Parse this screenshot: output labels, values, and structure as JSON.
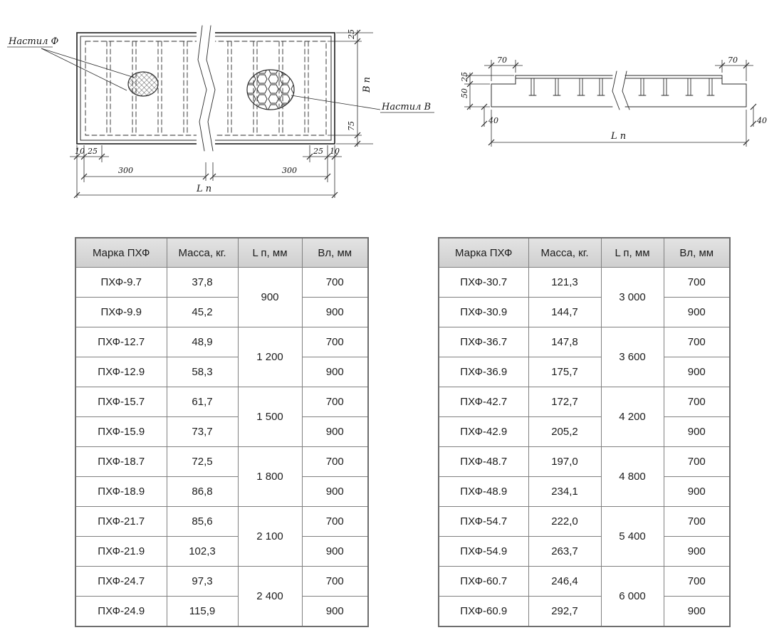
{
  "plan": {
    "labels": {
      "nastil_f": "Настил Ф",
      "nastil_v": "Настил В"
    },
    "dims": {
      "d10_left": "10",
      "d25_left": "25",
      "d300_left": "300",
      "d300_right": "300",
      "d25_right": "25",
      "d10_right": "10",
      "lp": "L п",
      "bp": "В п",
      "d25_top": "25",
      "d75_bottom": "75"
    }
  },
  "section": {
    "dims": {
      "d70_left": "70",
      "d25": "25",
      "d50": "50",
      "d40_left": "40",
      "d70_right": "70",
      "d40_right": "40",
      "lp": "L п"
    }
  },
  "tables": [
    {
      "headers": [
        "Марка ПХФ",
        "Масса, кг.",
        "L п, мм",
        "Вл, мм"
      ],
      "groups": [
        {
          "lp": "900",
          "rows": [
            {
              "mark": "ПХФ-9.7",
              "mass": "37,8",
              "vl": "700"
            },
            {
              "mark": "ПХФ-9.9",
              "mass": "45,2",
              "vl": "900"
            }
          ]
        },
        {
          "lp": "1 200",
          "rows": [
            {
              "mark": "ПХФ-12.7",
              "mass": "48,9",
              "vl": "700"
            },
            {
              "mark": "ПХФ-12.9",
              "mass": "58,3",
              "vl": "900"
            }
          ]
        },
        {
          "lp": "1 500",
          "rows": [
            {
              "mark": "ПХФ-15.7",
              "mass": "61,7",
              "vl": "700"
            },
            {
              "mark": "ПХФ-15.9",
              "mass": "73,7",
              "vl": "900"
            }
          ]
        },
        {
          "lp": "1 800",
          "rows": [
            {
              "mark": "ПХФ-18.7",
              "mass": "72,5",
              "vl": "700"
            },
            {
              "mark": "ПХФ-18.9",
              "mass": "86,8",
              "vl": "900"
            }
          ]
        },
        {
          "lp": "2 100",
          "rows": [
            {
              "mark": "ПХФ-21.7",
              "mass": "85,6",
              "vl": "700"
            },
            {
              "mark": "ПХФ-21.9",
              "mass": "102,3",
              "vl": "900"
            }
          ]
        },
        {
          "lp": "2 400",
          "rows": [
            {
              "mark": "ПХФ-24.7",
              "mass": "97,3",
              "vl": "700"
            },
            {
              "mark": "ПХФ-24.9",
              "mass": "115,9",
              "vl": "900"
            }
          ]
        }
      ]
    },
    {
      "headers": [
        "Марка ПХФ",
        "Масса, кг.",
        "L п, мм",
        "Вл, мм"
      ],
      "groups": [
        {
          "lp": "3 000",
          "rows": [
            {
              "mark": "ПХФ-30.7",
              "mass": "121,3",
              "vl": "700"
            },
            {
              "mark": "ПХФ-30.9",
              "mass": "144,7",
              "vl": "900"
            }
          ]
        },
        {
          "lp": "3 600",
          "rows": [
            {
              "mark": "ПХФ-36.7",
              "mass": "147,8",
              "vl": "700"
            },
            {
              "mark": "ПХФ-36.9",
              "mass": "175,7",
              "vl": "900"
            }
          ]
        },
        {
          "lp": "4 200",
          "rows": [
            {
              "mark": "ПХФ-42.7",
              "mass": "172,7",
              "vl": "700"
            },
            {
              "mark": "ПХФ-42.9",
              "mass": "205,2",
              "vl": "900"
            }
          ]
        },
        {
          "lp": "4 800",
          "rows": [
            {
              "mark": "ПХФ-48.7",
              "mass": "197,0",
              "vl": "700"
            },
            {
              "mark": "ПХФ-48.9",
              "mass": "234,1",
              "vl": "900"
            }
          ]
        },
        {
          "lp": "5 400",
          "rows": [
            {
              "mark": "ПХФ-54.7",
              "mass": "222,0",
              "vl": "700"
            },
            {
              "mark": "ПХФ-54.9",
              "mass": "263,7",
              "vl": "900"
            }
          ]
        },
        {
          "lp": "6 000",
          "rows": [
            {
              "mark": "ПХФ-60.7",
              "mass": "246,4",
              "vl": "700"
            },
            {
              "mark": "ПХФ-60.9",
              "mass": "292,7",
              "vl": "900"
            }
          ]
        }
      ]
    }
  ],
  "colors": {
    "ink": "#2b2b2b",
    "table_header_bg": "#d7d7d7",
    "table_border": "#808080"
  }
}
